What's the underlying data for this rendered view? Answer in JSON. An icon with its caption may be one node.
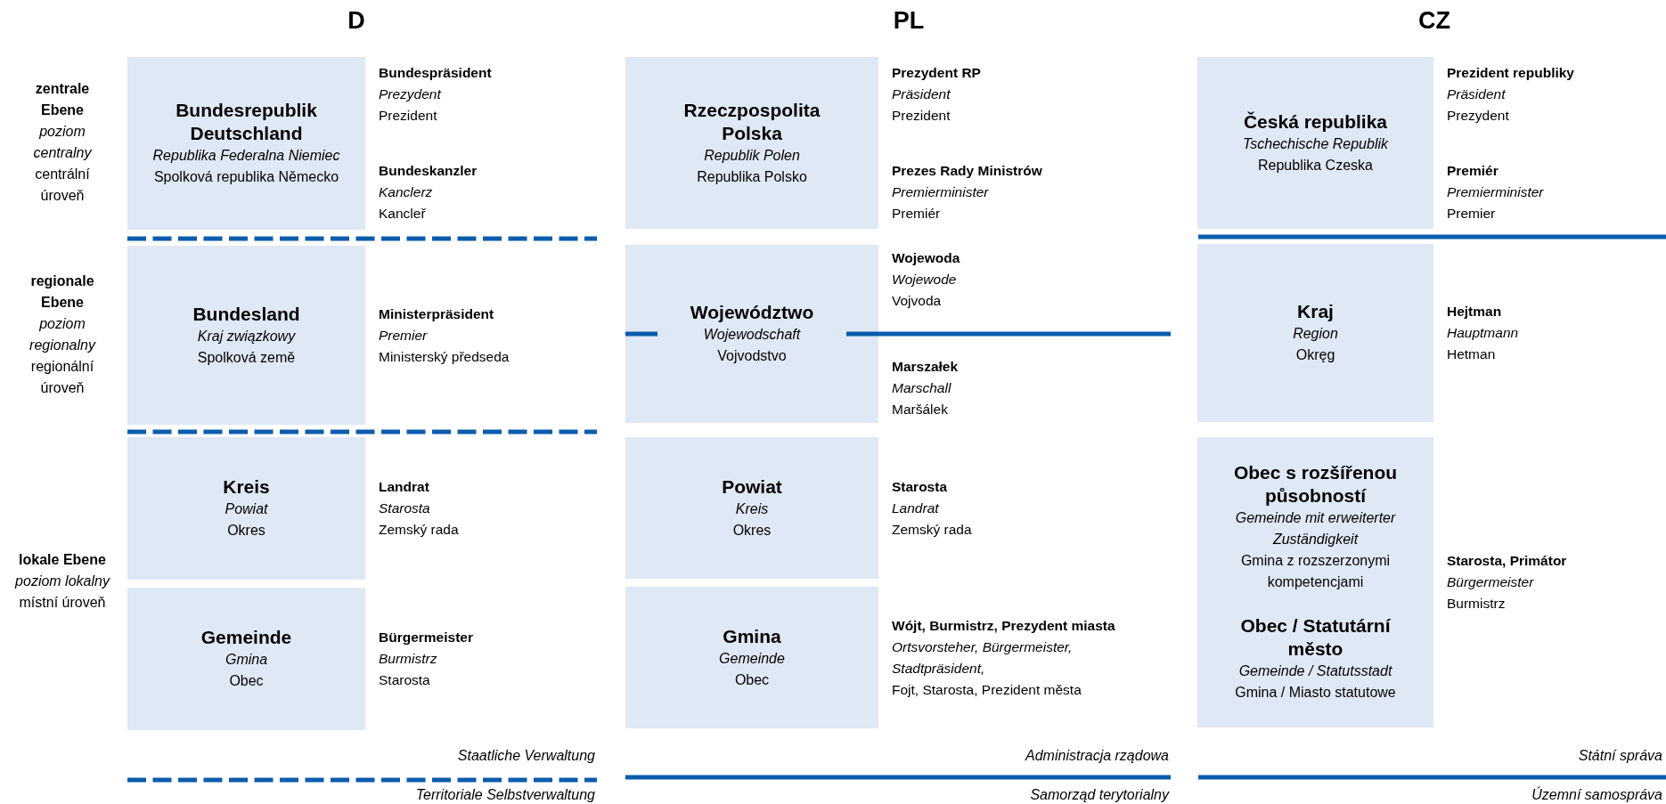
{
  "diagram": {
    "nodes": [
      {
        "text": [
          "Bundesrepublik Deutschland",
          "Republika Federalna Niemiec",
          "Spolková republika Německo"
        ],
        "beside": [
          "Bundespräsident",
          "Prezydent",
          "Prezident",
          "Bundeskanzler",
          "Kanclerz",
          "Kancleř"
        ]
      },
      {
        "text": [
          "Bundesland",
          "Kraj związkowy",
          "Spolková země"
        ],
        "beside": [
          "Ministerpräsident",
          "Premier",
          "Ministerský předseda"
        ]
      },
      {
        "text": [
          "Kreis",
          "Powiat",
          "Okres"
        ],
        "beside": [
          "Landrat",
          "Starosta",
          "Zemský rada"
        ]
      },
      {
        "text": [
          "Gemeinde",
          "Gmina",
          "Obec"
        ],
        "beside": [
          "Bürgermeister",
          "Burmistrz",
          "Starosta"
        ]
      },
      {
        "text": [
          "Rzeczpospolita Polska",
          "Republik Polen",
          "Republika Polsko"
        ],
        "beside": [
          "Prezydent RP",
          "Präsident",
          "Prezident",
          "Prezes Rady Ministrów",
          "Premierminister",
          "Premiér"
        ]
      },
      {
        "text": [
          "Województwo",
          "Wojewodschaft",
          "Vojvodstvo"
        ],
        "beside": [
          "Wojewoda",
          "Wojewode",
          "Vojvoda",
          "Marszałek",
          "Marschall",
          "Maršálek"
        ]
      },
      {
        "text": [
          "Powiat",
          "Kreis",
          "Okres"
        ],
        "beside": [
          "Starosta",
          "Landrat",
          "Zemský rada"
        ]
      },
      {
        "text": [
          "Gmina",
          "Gemeinde",
          "Obec"
        ],
        "beside": [
          "Wójt, Burmistrz, Prezydent miasta",
          "Ortsvorsteher, Bürgermeister, Stadtpräsident,",
          "Fojt, Starosta, Prezident města"
        ]
      },
      {
        "text": [
          "Česká republika",
          "Tschechische Republik",
          "Republika Czeska"
        ],
        "beside": [
          "Prezident republiky",
          "Präsident",
          "Prezydent",
          "Premiér",
          "Premierminister",
          "Premier"
        ]
      },
      {
        "text": [
          "Kraj",
          "Region",
          "Okręg"
        ],
        "beside": [
          "Hejtman",
          "Hauptmann",
          "Hetman"
        ]
      },
      {
        "text": [
          "Obec s rozšířenou působností",
          "Gemeinde mit erweiterter Zuständigkeit",
          "Gmina z rozszerzonymi kompetencjami",
          "Obec / Statutární město",
          "Gemeinde / Statutsstadt",
          "Gmina / Miasto statutowe"
        ],
        "beside": [
          "Starosta, Primátor",
          "Bürgermeister",
          "Burmistrz"
        ]
      }
    ],
    "labels": [
      "D",
      "PL",
      "CZ",
      "zentrale Ebene",
      "poziom centralny",
      "centrální úroveň",
      "regionale Ebene",
      "poziom regionalny",
      "regionální úroveň",
      "lokale Ebene",
      "poziom lokalny",
      "místní úroveň",
      "Staatliche Verwaltung",
      "Territoriale Selbstverwaltung",
      "Administracja rządowa",
      "Samorząd terytorialny",
      "Státní správa",
      "Územní samospráva"
    ]
  }
}
